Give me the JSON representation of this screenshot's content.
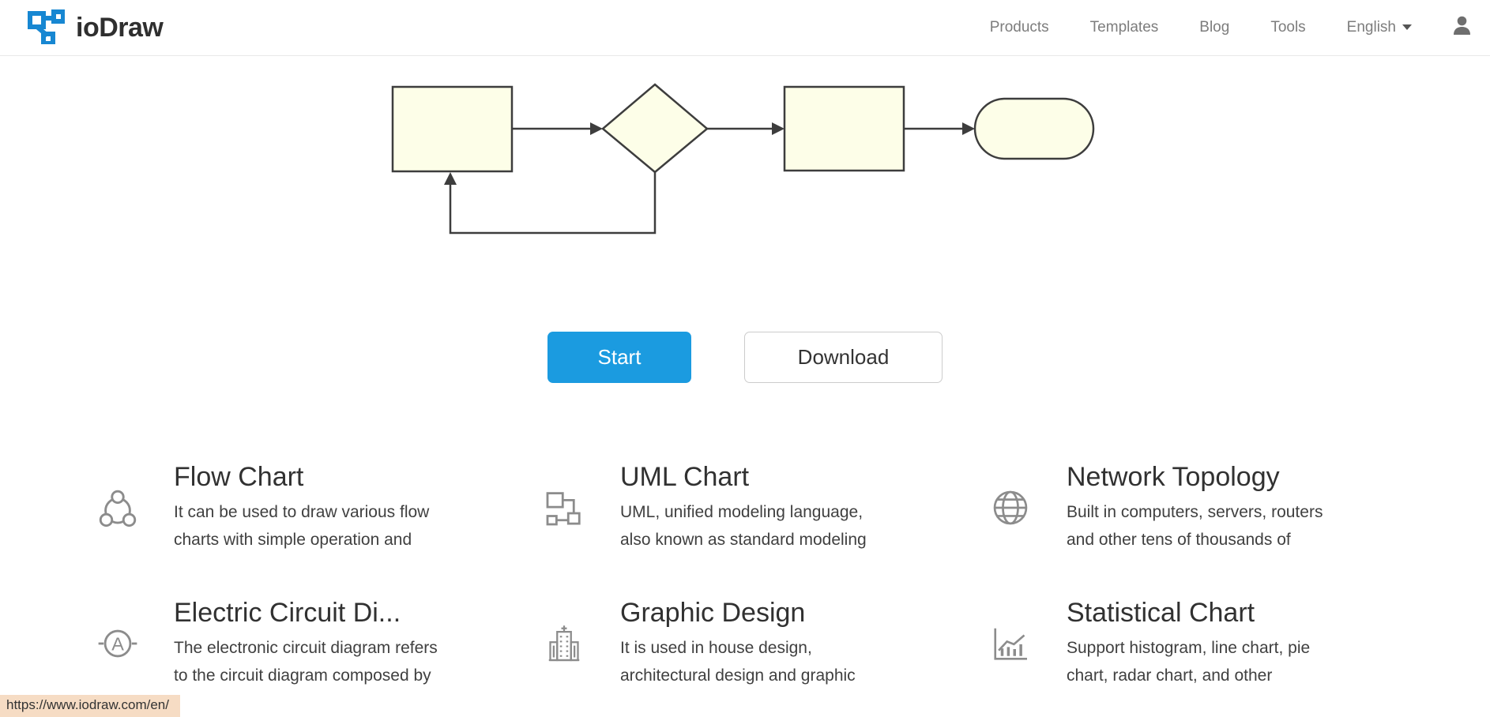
{
  "header": {
    "brand": "ioDraw",
    "nav": [
      {
        "label": "Products"
      },
      {
        "label": "Templates"
      },
      {
        "label": "Blog"
      },
      {
        "label": "Tools"
      },
      {
        "label": "English",
        "dropdown": true
      }
    ],
    "user_icon": "user-icon"
  },
  "hero": {
    "illustration": "flowchart with process box, decision diamond, process box, terminator pill connected by arrows and a feedback loop",
    "buttons": {
      "start": "Start",
      "download": "Download"
    }
  },
  "features": [
    {
      "icon": "share-nodes-icon",
      "title": "Flow Chart",
      "desc_line1": "It can be used to draw various flow",
      "desc_line2": "charts with simple operation and"
    },
    {
      "icon": "uml-blocks-icon",
      "title": "UML Chart",
      "desc_line1": "UML, unified modeling language,",
      "desc_line2": "also known as standard modeling"
    },
    {
      "icon": "globe-icon",
      "title": "Network Topology",
      "desc_line1": "Built in computers, servers, routers",
      "desc_line2": "and other tens of thousands of"
    },
    {
      "icon": "ammeter-icon",
      "title": "Electric Circuit Di...",
      "desc_line1": "The electronic circuit diagram refers",
      "desc_line2": "to the circuit diagram composed by"
    },
    {
      "icon": "building-icon",
      "title": "Graphic Design",
      "desc_line1": "It is used in house design,",
      "desc_line2": "architectural design and graphic"
    },
    {
      "icon": "line-bar-chart-icon",
      "title": "Statistical Chart",
      "desc_line1": "Support histogram, line chart, pie",
      "desc_line2": "chart, radar chart, and other"
    }
  ],
  "status_bar": {
    "url": "https://www.iodraw.com/en/"
  },
  "colors": {
    "brand_blue": "#1787d2",
    "button_blue": "#1b9be0",
    "nav_gray": "#7d7d7d",
    "icon_gray": "#8c8c8c",
    "shape_fill": "#fdfee8",
    "shape_stroke": "#3d3d3d",
    "status_bar_bg": "#f6dcc4",
    "header_border": "#e8e8e8"
  }
}
